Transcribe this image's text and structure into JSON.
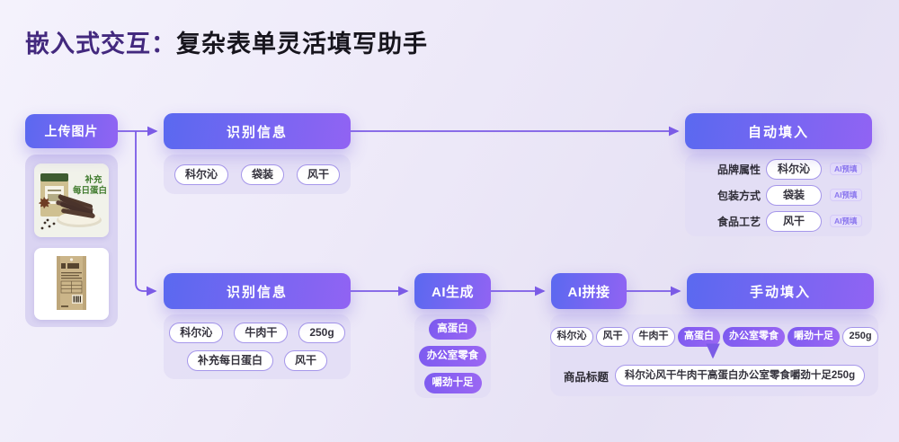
{
  "title": {
    "highlight": "嵌入式交互：",
    "main": "复杂表单灵活填写助手"
  },
  "upload_button": "上传图片",
  "product_images": {
    "image1_caption_line1": "补充",
    "image1_caption_line2": "每日蛋白"
  },
  "top_flow": {
    "recognize": {
      "title": "识别信息",
      "tags": [
        "科尔沁",
        "袋装",
        "风干"
      ]
    },
    "autofill": {
      "title": "自动填入",
      "fields": [
        {
          "label": "品牌属性",
          "value": "科尔沁",
          "badge": "AI预填"
        },
        {
          "label": "包装方式",
          "value": "袋装",
          "badge": "AI预填"
        },
        {
          "label": "食品工艺",
          "value": "风干",
          "badge": "AI预填"
        }
      ]
    }
  },
  "bottom_flow": {
    "recognize": {
      "title": "识别信息",
      "tags_row1": [
        "科尔沁",
        "牛肉干",
        "250g"
      ],
      "tags_row2": [
        "补充每日蛋白",
        "风干"
      ]
    },
    "ai_generate": {
      "title": "AI生成",
      "tags": [
        "高蛋白",
        "办公室零食",
        "嚼劲十足"
      ]
    },
    "ai_splice": {
      "title": "AI拼接"
    },
    "manual_fill": {
      "title": "手动填入",
      "tags": [
        "科尔沁",
        "风干",
        "牛肉干",
        "高蛋白",
        "办公室零食",
        "嚼劲十足",
        "250g"
      ],
      "result_label": "商品标题",
      "result_value": "科尔沁风干牛肉干高蛋白办公室零食嚼劲十足250g"
    }
  },
  "colors": {
    "header_gradient_start": "#5a69f0",
    "header_gradient_end": "#9163f3",
    "filled_tag_start": "#7d5bf0",
    "filled_tag_end": "#9b67f3",
    "arrow": "#7b5be6",
    "title_highlight": "#43297e",
    "title_main": "#17151d",
    "tag_border": "#a596ea",
    "badge_text": "#8a76ee"
  }
}
